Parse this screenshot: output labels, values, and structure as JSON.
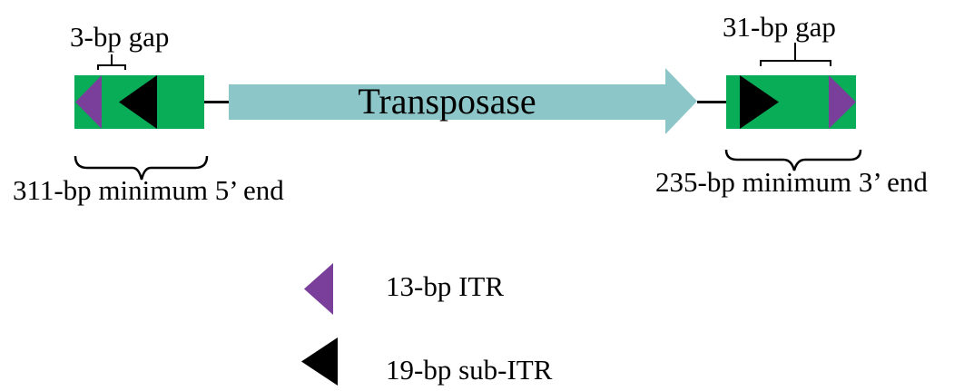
{
  "colors": {
    "green": "#09AD57",
    "teal": "#8CC6C9",
    "purple": "#7A3E9B",
    "black": "#000000"
  },
  "left_element": {
    "gap_label": "3-bp gap",
    "min_label": "311-bp minimum 5’ end"
  },
  "transposase": {
    "label": "Transposase"
  },
  "right_element": {
    "gap_label": "31-bp gap",
    "min_label": "235-bp minimum 3’ end"
  },
  "legend": {
    "items": [
      {
        "symbol": "purple-left-triangle-icon",
        "label": "13-bp ITR"
      },
      {
        "symbol": "black-left-triangle-icon",
        "label": "19-bp sub-ITR"
      }
    ]
  }
}
